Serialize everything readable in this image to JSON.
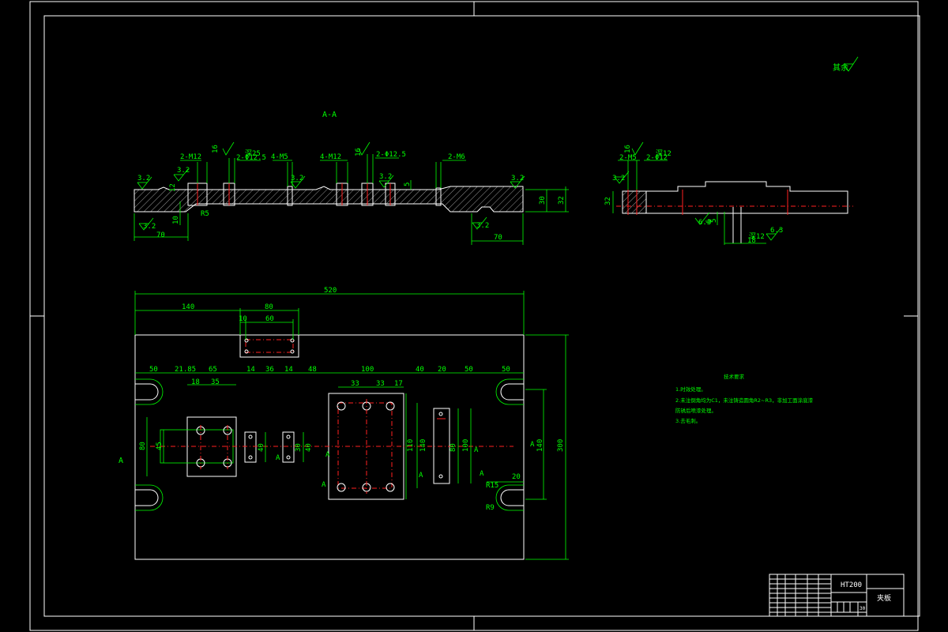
{
  "section_title": "A-A",
  "general_roughness_note": "其余",
  "material": "HT200",
  "part_name": "夹板",
  "scale_cell": "30",
  "tech_requirements": {
    "title": "技术要求",
    "items": [
      "1.时效处理。",
      "2.未注倒角均为C1，未注铸造圆角R2~R3，非加工面涂底漆",
      "防锈后喷漆处理。",
      "3.去毛刺。"
    ]
  },
  "section_view": {
    "labels": [
      "2-M12",
      "2-Φ12.5",
      "16",
      "深25",
      "4-M5",
      "4-M12",
      "16",
      "2-Φ12.5",
      "2-M6",
      "R5",
      "12"
    ],
    "roughness": [
      "3.2",
      "3.2",
      "3.2",
      "3.2",
      "3.2",
      "3.2",
      "3.2"
    ],
    "dims": {
      "left": "70",
      "right": "70",
      "h1": "30",
      "h2": "32",
      "d10": "10",
      "d5": "5"
    }
  },
  "side_view": {
    "labels": [
      "2-M5",
      "2-Φ12",
      "16",
      "深12",
      "6",
      "深12"
    ],
    "roughness": [
      "3.2",
      "6.3",
      "6.3"
    ],
    "dims": {
      "h": "32",
      "d5": "5",
      "d18": "18"
    }
  },
  "plan_view": {
    "top_dims": {
      "overall": "520",
      "d140": "140",
      "d80": "80",
      "d10": "10",
      "d60": "60"
    },
    "row_dims": [
      "50",
      "21.85",
      "65",
      "14",
      "36",
      "14",
      "48",
      "100",
      "40",
      "20",
      "50",
      "50"
    ],
    "inner_dims": {
      "d18": "18",
      "d35": "35",
      "d33a": "33",
      "d33b": "33",
      "d17": "17"
    },
    "vertical_dims": [
      "80",
      "45",
      "40",
      "30",
      "40",
      "110",
      "140",
      "80",
      "100",
      "140",
      "300"
    ],
    "misc": {
      "r15": "R15",
      "r9": "R9",
      "d20": "20"
    },
    "section_markers": [
      "A",
      "A",
      "A",
      "A",
      "A",
      "A",
      "A",
      "A"
    ]
  }
}
